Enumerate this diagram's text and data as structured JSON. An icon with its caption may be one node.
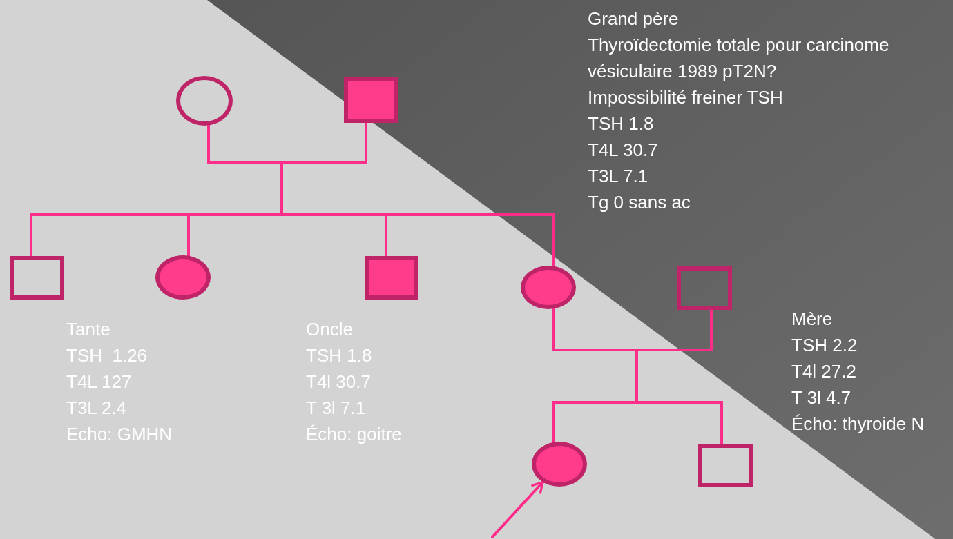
{
  "diagram": {
    "nodes": [
      {
        "text": [],
        "shape": "circle"
      },
      {
        "text": [],
        "shape": "box",
        "beside": [
          "Grand père",
          "Thyroïdectomie totale pour carcinome vésiculaire 1989 pT2N?",
          "Impossibilité freiner TSH",
          "TSH 1.8",
          "T4L 30.7",
          "T3L 7.1",
          "Tg 0 sans ac"
        ]
      },
      {
        "text": [],
        "shape": "box"
      },
      {
        "text": [],
        "shape": "circle",
        "beside": [
          "Tante",
          "TSH  1.26",
          "T4L 127",
          "T3L 2.4",
          "Echo: GMHN"
        ]
      },
      {
        "text": [],
        "shape": "box",
        "beside": [
          "Oncle",
          "TSH 1.8",
          "T4l 30.7",
          "T 3l 7.1",
          "Écho: goitre"
        ]
      },
      {
        "text": [],
        "shape": "circle",
        "beside": [
          "Mère",
          "TSH 2.2",
          "T4l 27.2",
          "T 3l 4.7",
          "Écho: thyroide N"
        ]
      },
      {
        "text": [],
        "shape": "box"
      },
      {
        "text": [],
        "shape": "circle"
      },
      {
        "text": [],
        "shape": "box"
      }
    ],
    "edges": [
      {
        "from": 0,
        "to": 1,
        "arrow": "none"
      },
      {
        "from": 0,
        "to": 2,
        "arrow": "none"
      },
      {
        "from": 0,
        "to": 3,
        "arrow": "none"
      },
      {
        "from": 0,
        "to": 4,
        "arrow": "none"
      },
      {
        "from": 0,
        "to": 5,
        "arrow": "none"
      },
      {
        "from": 1,
        "to": 2,
        "arrow": "none"
      },
      {
        "from": 1,
        "to": 3,
        "arrow": "none"
      },
      {
        "from": 1,
        "to": 4,
        "arrow": "none"
      },
      {
        "from": 1,
        "to": 5,
        "arrow": "none"
      },
      {
        "from": 5,
        "to": 6,
        "arrow": "none"
      },
      {
        "from": 5,
        "to": 7,
        "arrow": "none"
      },
      {
        "from": 5,
        "to": 8,
        "arrow": "none"
      },
      {
        "from": 6,
        "to": 7,
        "arrow": "none"
      },
      {
        "from": 6,
        "to": 8,
        "arrow": "none"
      },
      {
        "from": null,
        "to": 7,
        "arrow": "to"
      }
    ]
  }
}
